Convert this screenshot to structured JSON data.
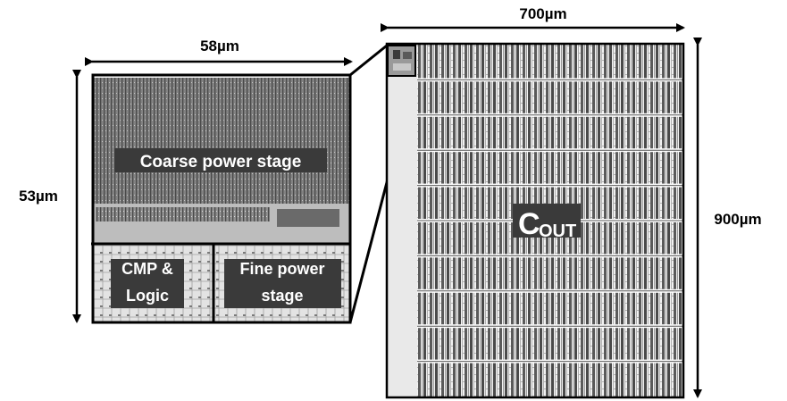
{
  "dimensions": {
    "left_width": "58µm",
    "left_height": "53µm",
    "right_width": "700µm",
    "right_height": "900µm"
  },
  "blocks": {
    "coarse": "Coarse power stage",
    "cmp_line1": "CMP &",
    "cmp_line2": "Logic",
    "fine_line1": "Fine power",
    "fine_line2": "stage",
    "cout_main": "C",
    "cout_sub": "OUT"
  },
  "colors": {
    "label_bg": "#3a3a3a",
    "layout_dark": "#505050",
    "layout_light": "#d6d6d6",
    "outline": "#000000"
  }
}
